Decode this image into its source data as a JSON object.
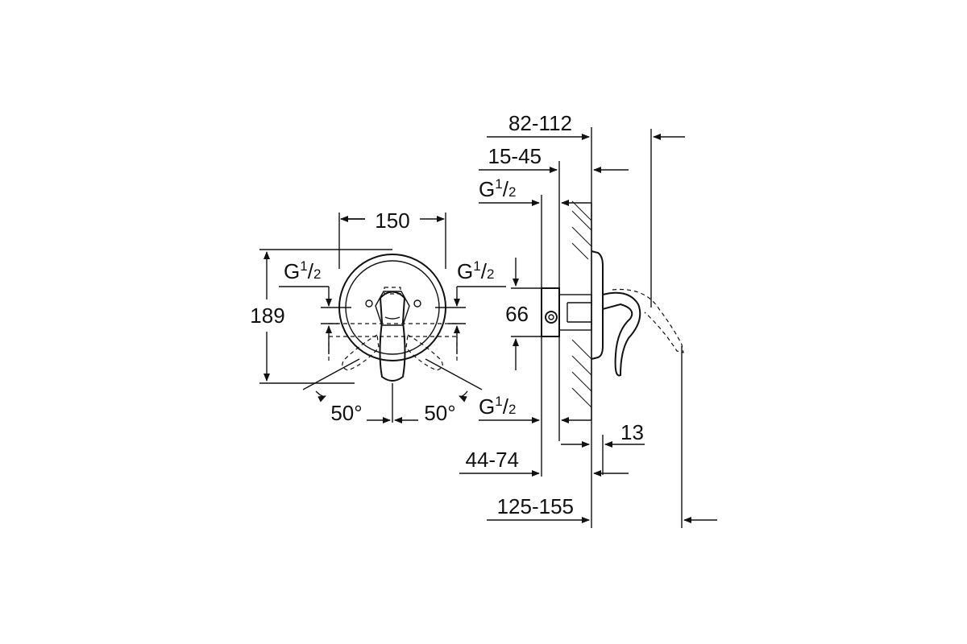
{
  "front_view": {
    "width": "150",
    "height": "189",
    "inlet_left": {
      "main": "G",
      "num": "1",
      "den": "2"
    },
    "inlet_right": {
      "main": "G",
      "num": "1",
      "den": "2"
    },
    "angle_left": "50°",
    "angle_right": "50°"
  },
  "side_view": {
    "dim_82_112": "82-112",
    "dim_15_45": "15-45",
    "thread_top": {
      "main": "G",
      "num": "1",
      "den": "2"
    },
    "dim_66": "66",
    "thread_bottom": {
      "main": "G",
      "num": "1",
      "den": "2"
    },
    "dim_13": "13",
    "dim_44_74": "44-74",
    "dim_125_155": "125-155"
  }
}
